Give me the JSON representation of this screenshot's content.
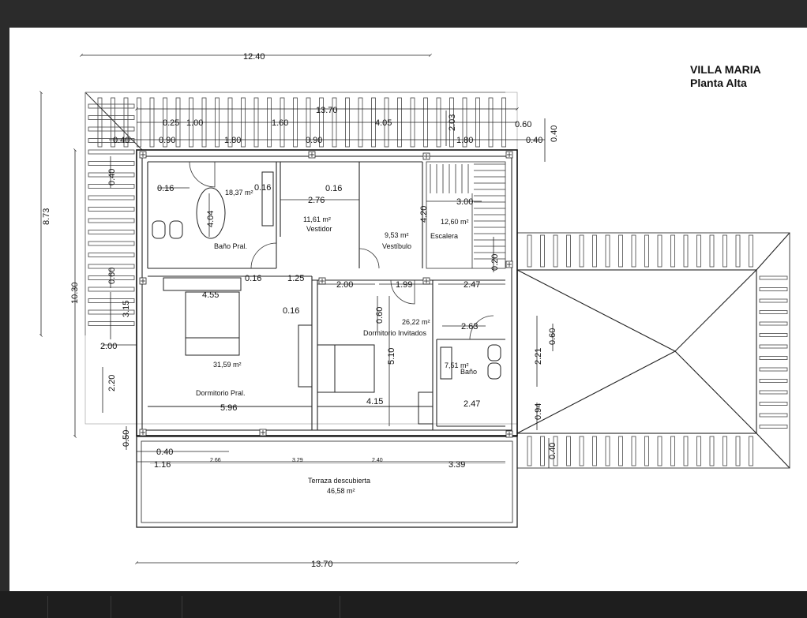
{
  "title": {
    "name": "VILLA MARIA",
    "floor": "Planta Alta"
  },
  "rooms": [
    {
      "id": "bano-pral",
      "name": "Baño Pral.",
      "area": "18,37 m²"
    },
    {
      "id": "vestidor",
      "name": "Vestidor",
      "area": "11,61 m²"
    },
    {
      "id": "vestibulo",
      "name": "Vestíbulo",
      "area": "9,53 m²"
    },
    {
      "id": "escalera",
      "name": "Escalera",
      "area": "12,60 m²"
    },
    {
      "id": "dormitorio-invitados",
      "name": "Dormitorio Invitados",
      "area": "26,22 m²"
    },
    {
      "id": "bano",
      "name": "Baño",
      "area": "7,51 m²"
    },
    {
      "id": "dormitorio-pral",
      "name": "Dormitorio Pral.",
      "area": "31,59 m²"
    },
    {
      "id": "terraza",
      "name": "Terraza descubierta",
      "area": "46,58 m²"
    }
  ],
  "dimensions": {
    "top_overall": "12.40",
    "top_inner": "13.70",
    "bottom_overall": "13.70",
    "left_total": "10.30",
    "left_upper": "8.73",
    "row_top": [
      "0.25",
      "1.00",
      "1.60",
      "4.05",
      "2.03",
      "0.60"
    ],
    "row_second": [
      "0.40",
      "0.90",
      "1.80",
      "0.90",
      "1.80",
      "0.40",
      "0.40"
    ],
    "interior": [
      "0.16",
      "0.16",
      "0.16",
      "2.76",
      "4.04",
      "0.40",
      "4.20",
      "3.00",
      "0.20",
      "0.16",
      "1.25",
      "2.00",
      "1.99",
      "2.47",
      "4.55",
      "0.60",
      "3.15",
      "0.16",
      "0.60",
      "2.63",
      "2.00",
      "2.21",
      "0.60",
      "5.10",
      "2.20",
      "5.96",
      "4.15",
      "2.47",
      "0.94",
      "0.50",
      "0.40",
      "1.16",
      "2.66",
      "3.29",
      "2.40",
      "3.39",
      "0.40"
    ]
  }
}
